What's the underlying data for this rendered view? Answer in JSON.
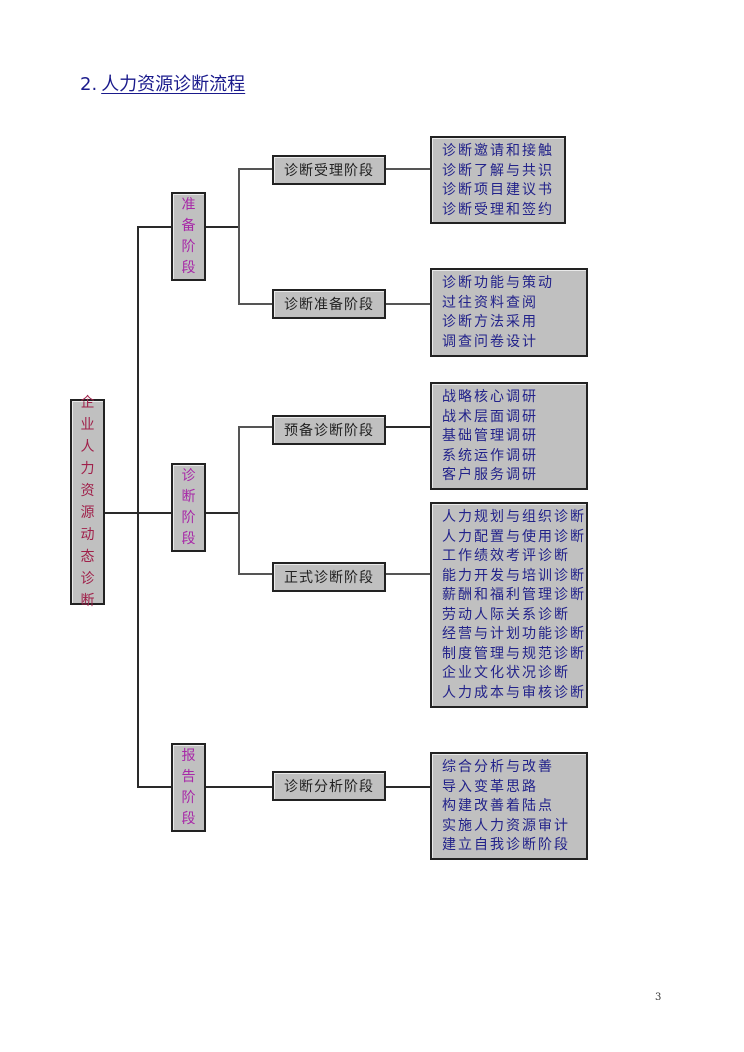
{
  "title": {
    "number": "2.",
    "text": "人力资源诊断流程"
  },
  "root": {
    "chars": [
      "企",
      "业",
      "人",
      "力",
      "资",
      "源",
      "动",
      "态",
      "诊",
      "断"
    ],
    "label": "企业人力资源动态诊断"
  },
  "phases": [
    {
      "label": "准备阶段",
      "chars": [
        "准",
        "备",
        "阶",
        "段"
      ],
      "stages": [
        {
          "label": "诊断受理阶段",
          "items": [
            "诊断邀请和接触",
            "诊断了解与共识",
            "诊断项目建议书",
            "诊断受理和签约"
          ]
        },
        {
          "label": "诊断准备阶段",
          "items": [
            "诊断功能与策动",
            "过往资料查阅",
            "诊断方法采用",
            "调查问卷设计"
          ]
        }
      ]
    },
    {
      "label": "诊断阶段",
      "chars": [
        "诊",
        "断",
        "阶",
        "段"
      ],
      "stages": [
        {
          "label": "预备诊断阶段",
          "items": [
            "战略核心调研",
            "战术层面调研",
            "基础管理调研",
            "系统运作调研",
            "客户服务调研"
          ]
        },
        {
          "label": "正式诊断阶段",
          "items": [
            "人力规划与组织诊断",
            "人力配置与使用诊断",
            "工作绩效考评诊断",
            "能力开发与培训诊断",
            "薪酬和福利管理诊断",
            "劳动人际关系诊断",
            "经营与计划功能诊断",
            "制度管理与规范诊断",
            "企业文化状况诊断",
            "人力成本与审核诊断"
          ]
        }
      ]
    },
    {
      "label": "报告阶段",
      "chars": [
        "报",
        "告",
        "阶",
        "段"
      ],
      "stages": [
        {
          "label": "诊断分析阶段",
          "items": [
            "综合分析与改善",
            "导入变革思路",
            "构建改善着陆点",
            "实施人力资源审计",
            "建立自我诊断阶段"
          ]
        }
      ]
    }
  ],
  "page_number": "3"
}
